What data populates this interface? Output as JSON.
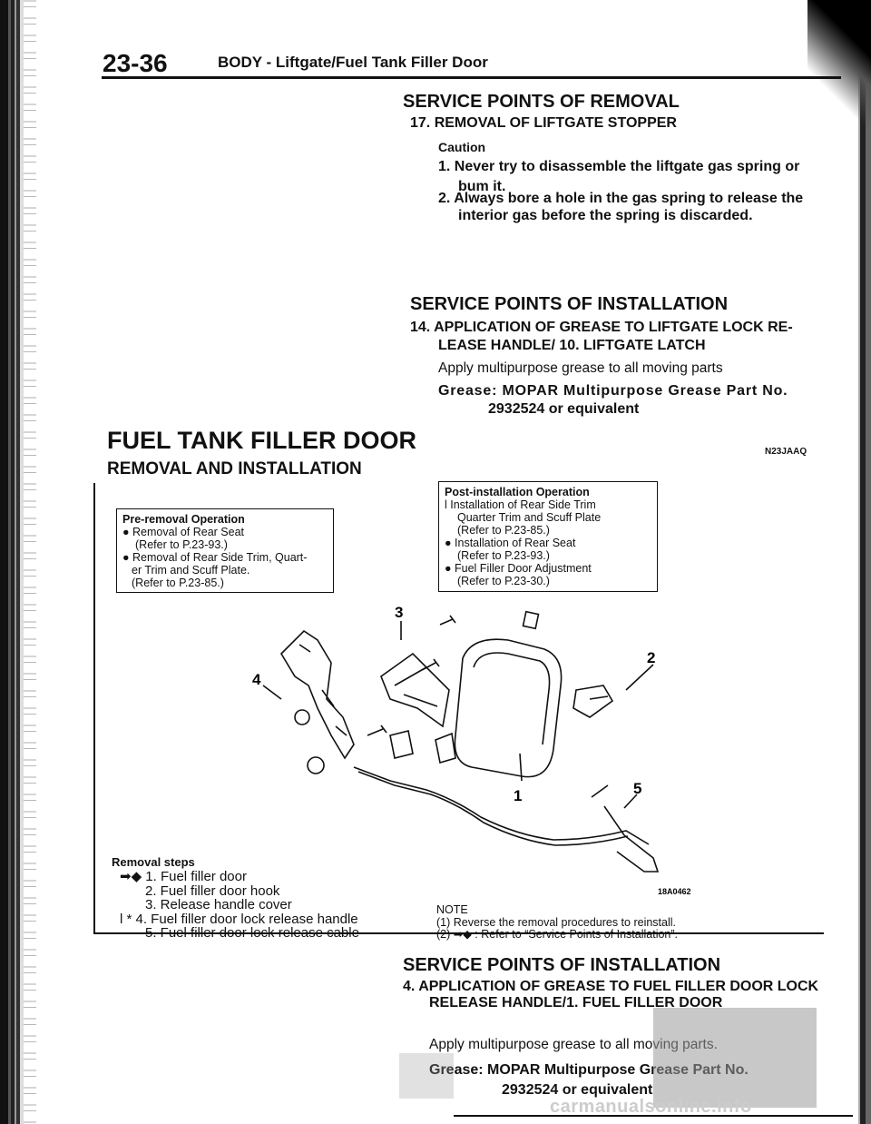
{
  "header": {
    "page_number": "23-36",
    "title": "BODY - Liftgate/Fuel Tank Filler Door"
  },
  "removal": {
    "heading": "SERVICE POINTS OF REMOVAL",
    "item": "17. REMOVAL OF LIFTGATE STOPPER",
    "caution_label": "Caution",
    "caution_1a": "1. Never try to disassemble the liftgate gas spring or",
    "caution_1b": "bum it.",
    "caution_2a": "2. Always bore a hole in the gas spring to release the",
    "caution_2b": "interior gas before the spring is discarded."
  },
  "installation_top": {
    "heading": "SERVICE POINTS OF INSTALLATION",
    "item_a": "14. APPLICATION OF GREASE TO LIFTGATE LOCK RE-",
    "item_b": "LEASE HANDLE/ 10. LIFTGATE LATCH",
    "apply": "Apply multipurpose grease to all moving parts",
    "grease_a": "Grease: MOPAR Multipurpose Grease Part No.",
    "grease_b": "2932524 or equivalent"
  },
  "section": {
    "title": "FUEL TANK FILLER DOOR",
    "code": "N23JAAQ",
    "subtitle": "REMOVAL AND INSTALLATION"
  },
  "pre_removal": {
    "title": "Pre-removal Operation",
    "l1": "● Removal of Rear Seat",
    "l2": "(Refer to P.23-93.)",
    "l3": "● Removal of Rear Side Trim, Quart-",
    "l4": "er Trim and Scuff Plate.",
    "l5": "(Refer to P.23-85.)"
  },
  "post_installation": {
    "title": "Post-installation Operation",
    "l1": "l Installation of Rear Side Trim",
    "l2": "Quarter Trim and Scuff Plate",
    "l3": "(Refer to P.23-85.)",
    "l4": "● Installation of Rear Seat",
    "l5": "(Refer to P.23-93.)",
    "l6": "● Fuel Filler Door Adjustment",
    "l7": "(Refer to P.23-30.)"
  },
  "diagram": {
    "callouts": [
      "1",
      "2",
      "3",
      "4",
      "5"
    ],
    "figure_code": "18A0462"
  },
  "removal_steps": {
    "title": "Removal steps",
    "s1": "➡◆ 1. Fuel filler door",
    "s2": "2. Fuel filler door hook",
    "s3": "3. Release handle cover",
    "s4": "l * 4. Fuel filler door lock release handle",
    "s5": "5. Fuel filler door lock release cable"
  },
  "note": {
    "title": "NOTE",
    "n1": "(1) Reverse the removal procedures to reinstall.",
    "n2": "(2) ➡◆ : Refer to “Service Points of Installation”."
  },
  "installation_bottom": {
    "heading": "SERVICE POINTS OF INSTALLATION",
    "item_a": "4. APPLICATION OF GREASE TO FUEL FILLER DOOR LOCK",
    "item_b": "RELEASE HANDLE/1. FUEL FILLER DOOR",
    "apply": "Apply multipurpose grease to all moving parts.",
    "grease_a": "Grease: MOPAR Multipurpose Grease Part No.",
    "grease_b": "2932524 or equivalent"
  },
  "footer": {
    "watermark": "carmanualsonline.info"
  }
}
